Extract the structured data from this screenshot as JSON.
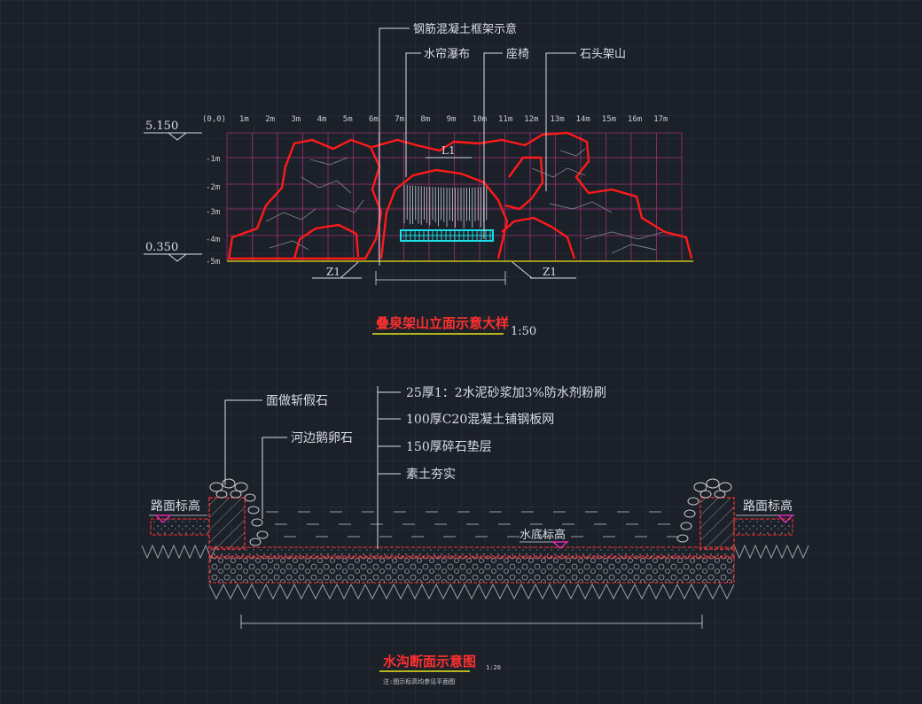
{
  "elevation": {
    "callouts": [
      "钢筋混凝土框架示意",
      "水帘瀑布",
      "座椅",
      "石头架山"
    ],
    "level_top": "5.150",
    "level_bottom": "0.350",
    "origin": "(0,0)",
    "x_ticks": [
      "1m",
      "2m",
      "3m",
      "4m",
      "5m",
      "6m",
      "7m",
      "8m",
      "9m",
      "10m",
      "11m",
      "12m",
      "13m",
      "14m",
      "15m",
      "16m",
      "17m"
    ],
    "y_ticks": [
      "-1m",
      "-2m",
      "-3m",
      "-4m",
      "-5m"
    ],
    "section_mark_top": "L1",
    "section_marks_bottom": [
      "Z1",
      "Z1"
    ],
    "title": "叠泉架山立面示意大样",
    "scale": "1:50"
  },
  "section": {
    "left_callouts": [
      "面做斩假石",
      "河边鹅卵石"
    ],
    "right_callouts": [
      "25厚1：2水泥砂浆加3%防水剂粉刷",
      "100厚C20混凝土铺钢板网",
      "150厚碎石垫层",
      "素土夯实"
    ],
    "road_level_left": "路面标高",
    "road_level_right": "路面标高",
    "water_bottom_level": "水底标高",
    "title": "水沟断面示意图",
    "scale": "1:20",
    "note": "注:图示标高均参见平面图"
  },
  "colors": {
    "background": "#1c2028",
    "grid": "#2c313b",
    "rock_outline": "#ff1a1a",
    "magenta_grid": "#a0307a",
    "cyan": "#19e0e8",
    "yellow": "#e6e61a",
    "red": "#ff3030",
    "text": "#d8dde6"
  }
}
